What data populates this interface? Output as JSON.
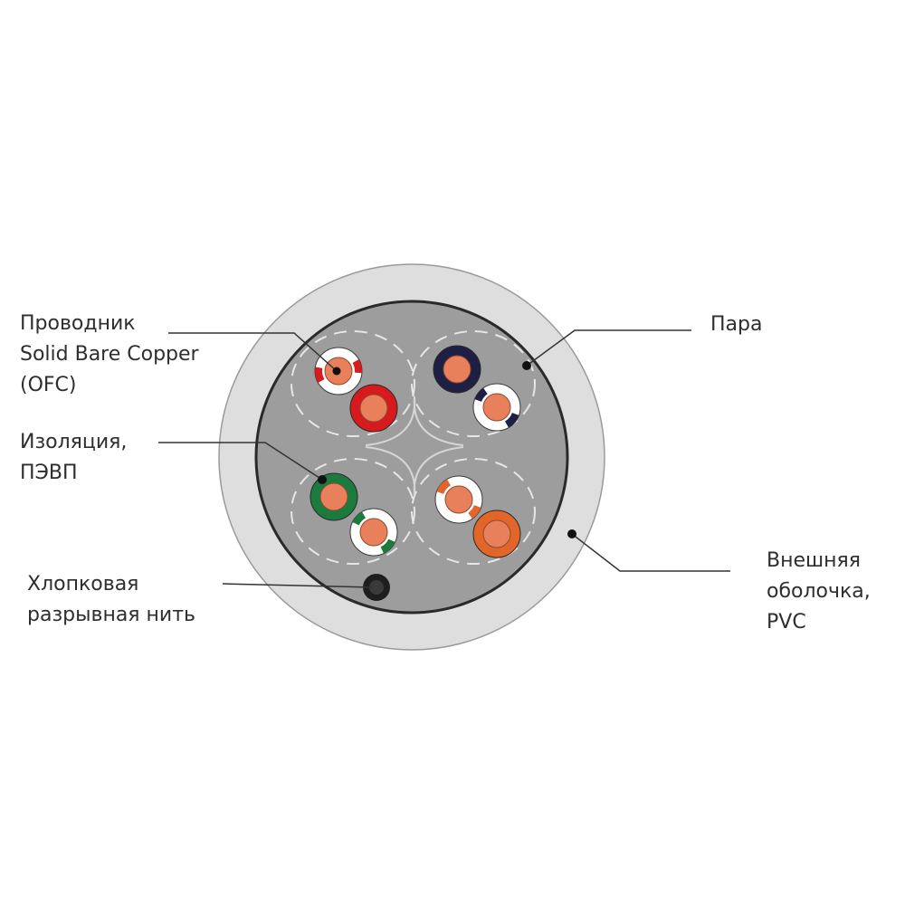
{
  "labels": {
    "conductor": [
      "Проводник",
      "Solid Bare Copper",
      "(OFC)"
    ],
    "insulation": [
      "Изоляция,",
      "ПЭВП"
    ],
    "ripcord": [
      "Хлопковая",
      "разрывная нить"
    ],
    "pair": [
      "Пара"
    ],
    "jacket": [
      "Внешняя",
      "оболочка,",
      "PVC"
    ]
  },
  "colors": {
    "jacket": "#dedede",
    "core": "#9d9d9d",
    "copper": "#e9805c",
    "leader": "#333333",
    "pair_orange": "#e2652a",
    "pair_blue": "#1d1f45",
    "pair_green": "#1d7a3f",
    "pair_red": "#d61a1e"
  },
  "pairs": [
    {
      "name": "red",
      "solid": "#d61a1e"
    },
    {
      "name": "blue",
      "solid": "#1d1f45"
    },
    {
      "name": "green",
      "solid": "#1d7a3f"
    },
    {
      "name": "orange",
      "solid": "#e2652a"
    }
  ]
}
